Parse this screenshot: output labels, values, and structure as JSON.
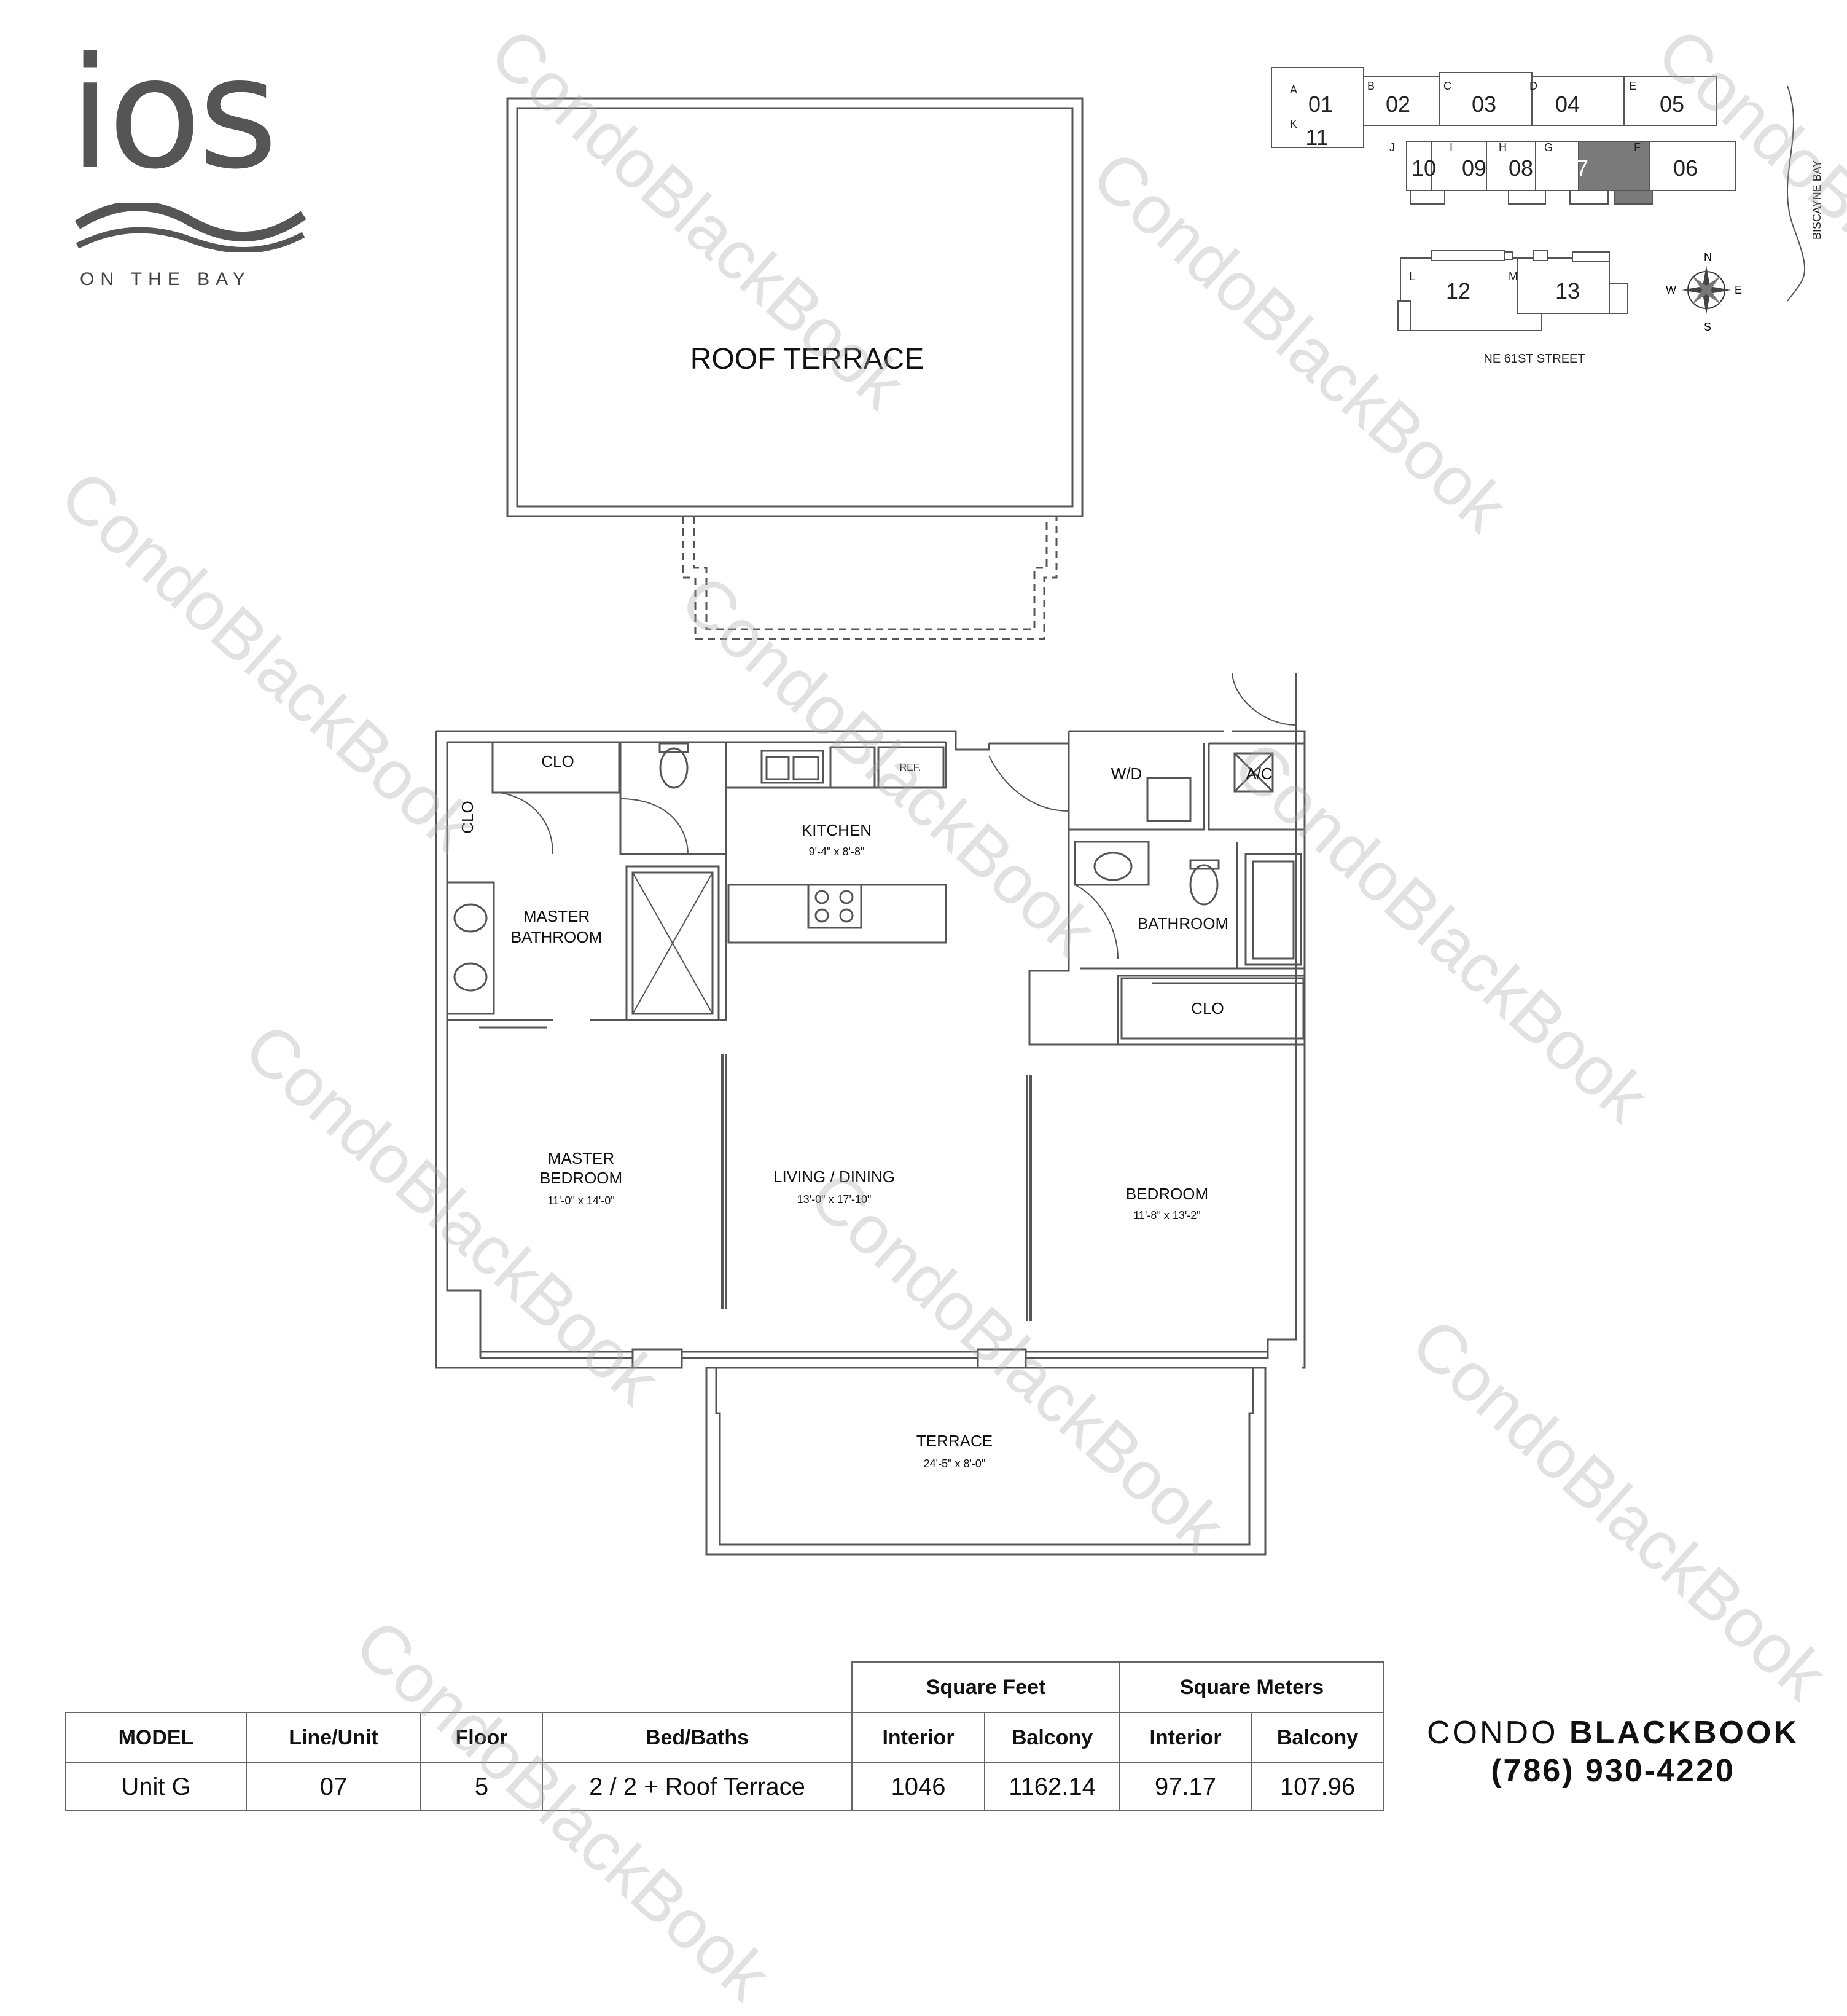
{
  "logo": {
    "word": "ios",
    "subtitle": "ON THE BAY"
  },
  "site_plan": {
    "units_top": [
      {
        "letter": "A",
        "num": "01"
      },
      {
        "letter": "B",
        "num": "02"
      },
      {
        "letter": "C",
        "num": "03"
      },
      {
        "letter": "D",
        "num": "04"
      },
      {
        "letter": "E",
        "num": "05"
      },
      {
        "letter": "K",
        "num": "11"
      },
      {
        "letter": "J",
        "num": "10"
      },
      {
        "letter": "I",
        "num": "09"
      },
      {
        "letter": "H",
        "num": "08"
      },
      {
        "letter": "G",
        "num": "07"
      },
      {
        "letter": "F",
        "num": "06"
      }
    ],
    "units_bottom": [
      {
        "letter": "L",
        "num": "12"
      },
      {
        "letter": "M",
        "num": "13"
      }
    ],
    "street": "NE 61ST STREET",
    "bay": "BISCAYNE BAY",
    "highlight_color": "#7a7a7a",
    "compass": {
      "n": "N",
      "s": "S",
      "e": "E",
      "w": "W"
    }
  },
  "rooms": {
    "roof_terrace": "ROOF TERRACE",
    "clo_top": "CLO",
    "clo_side": "CLO",
    "master_bath_1": "MASTER",
    "master_bath_2": "BATHROOM",
    "kitchen": "KITCHEN",
    "kitchen_dim": "9'-4\" x 8'-8\"",
    "ref": "REF.",
    "wd": "W/D",
    "ac": "A/C",
    "bathroom": "BATHROOM",
    "clo_right": "CLO",
    "master_bed_1": "MASTER",
    "master_bed_2": "BEDROOM",
    "master_bed_dim": "11'-0\" x 14'-0\"",
    "living": "LIVING / DINING",
    "living_dim": "13'-0\" x 17'-10\"",
    "bedroom": "BEDROOM",
    "bedroom_dim": "11'-8\" x 13'-2\"",
    "terrace": "TERRACE",
    "terrace_dim": "24'-5\" x 8'-0\""
  },
  "table": {
    "group_sqft": "Square Feet",
    "group_sqm": "Square Meters",
    "headers": [
      "MODEL",
      "Line/Unit",
      "Floor",
      "Bed/Baths",
      "Interior",
      "Balcony",
      "Interior",
      "Balcony"
    ],
    "values": [
      "Unit G",
      "07",
      "5",
      "2 / 2 + Roof Terrace",
      "1046",
      "1162.14",
      "97.17",
      "107.96"
    ]
  },
  "brand": {
    "name_light": "CONDO",
    "name_bold": "BLACKBOOK",
    "phone": "(786) 930-4220"
  },
  "watermark": "CondoBlackBook"
}
